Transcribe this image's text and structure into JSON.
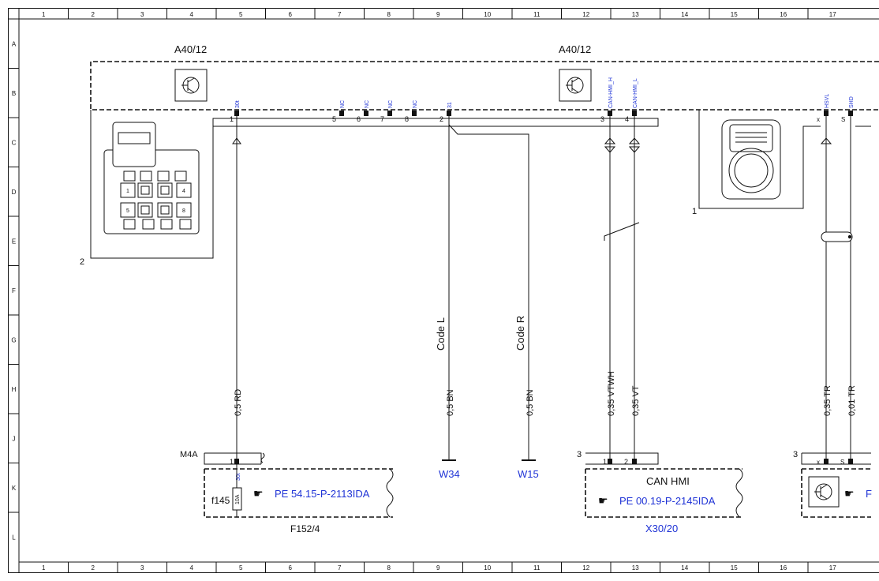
{
  "ruler": {
    "columns": [
      "1",
      "2",
      "3",
      "4",
      "5",
      "6",
      "7",
      "8",
      "9",
      "10",
      "11",
      "12",
      "13",
      "14",
      "15",
      "16",
      "17"
    ],
    "rows": [
      "A",
      "B",
      "C",
      "D",
      "E",
      "F",
      "G",
      "H",
      "J",
      "K",
      "L"
    ]
  },
  "modules": {
    "left_label": "A40/12",
    "right_label": "A40/12"
  },
  "connector_pins_top": [
    {
      "num": "1",
      "sig": "30t"
    },
    {
      "num": "5",
      "sig": "NC"
    },
    {
      "num": "6",
      "sig": "NC"
    },
    {
      "num": "7",
      "sig": "NC"
    },
    {
      "num": "8",
      "sig": "NC"
    },
    {
      "num": "2",
      "sig": "31"
    },
    {
      "num": "3",
      "sig": "CAN-HMI_H"
    },
    {
      "num": "4",
      "sig": "CAN-HMI_L"
    }
  ],
  "right_pins_top": [
    {
      "num": "x",
      "sig": "HSVL"
    },
    {
      "num": "S",
      "sig": "SHD"
    }
  ],
  "connector_views": {
    "left_callout": "2",
    "left_pins": [
      "1",
      "4",
      "5",
      "8"
    ],
    "right_callout": "1"
  },
  "wires": [
    {
      "label": "0,5 RD"
    },
    {
      "label": "0,5 BN"
    },
    {
      "label": "0,5 BN"
    },
    {
      "label": "0,35 VTWH"
    },
    {
      "label": "0,35 VT"
    },
    {
      "label": "0,35 TR"
    },
    {
      "label": "0,01 TR"
    }
  ],
  "codes": {
    "left": "Code L",
    "right": "Code R"
  },
  "grounds": [
    "W34",
    "W15"
  ],
  "fuse_box": {
    "connector": "M4A",
    "pin": "1",
    "pin_sig": "30t",
    "fuse": "f145",
    "rating": "10A",
    "ref": "PE 54.15-P-2113IDA",
    "name": "F152/4"
  },
  "can_box": {
    "callout": "3",
    "pins": [
      "1",
      "2"
    ],
    "title": "CAN HMI",
    "ref": "PE 00.19-P-2145IDA",
    "name": "X30/20"
  },
  "right_box": {
    "callout": "3",
    "pins": [
      "x",
      "S"
    ],
    "ref_partial": "F"
  }
}
